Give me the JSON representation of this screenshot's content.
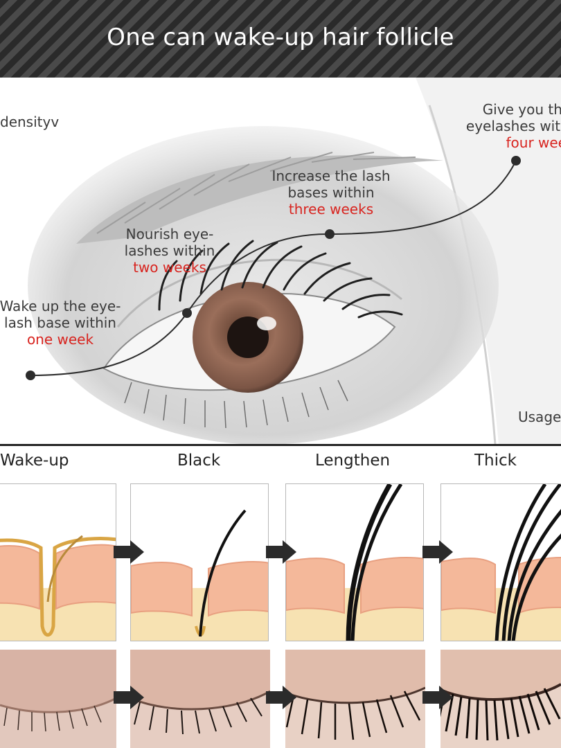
{
  "header": {
    "title": "One can wake-up hair follicle"
  },
  "hero": {
    "corner_left": "densityv",
    "corner_right": "Usage",
    "milestones": [
      {
        "line1": "Wake up the eye-",
        "line2": "lash base within",
        "highlight": "one week"
      },
      {
        "line1": "Nourish eye-",
        "line2": "lashes within",
        "highlight": "two weeks"
      },
      {
        "line1": "Increase the lash",
        "line2": "bases within",
        "highlight": "three weeks"
      },
      {
        "line1": "Give you thick",
        "line2": "eyelashes within",
        "highlight": "four weeks"
      }
    ]
  },
  "stages": [
    {
      "label": "Wake-up"
    },
    {
      "label": "Black"
    },
    {
      "label": "Lengthen"
    },
    {
      "label": "Thick"
    }
  ],
  "colors": {
    "accent_red": "#d8241f",
    "skin": "#f4b89a",
    "fat": "#f7e2b2",
    "gold": "#d9a544"
  }
}
